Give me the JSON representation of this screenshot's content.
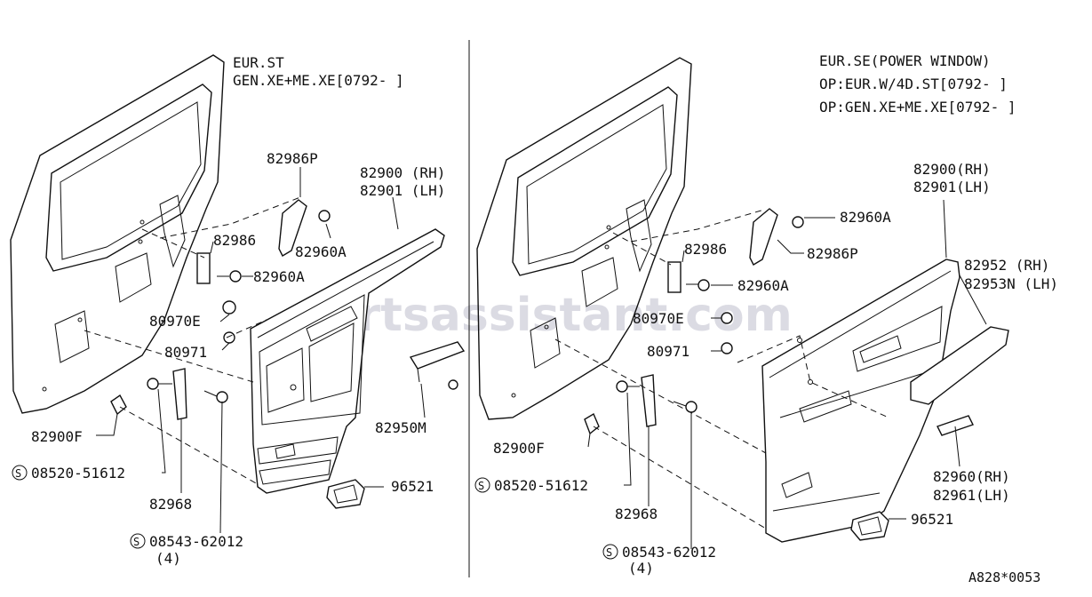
{
  "left_panel": {
    "header": [
      "EUR.ST",
      "GEN.XE+ME.XE[0792-    ]"
    ],
    "labels": {
      "p82986P": "82986P",
      "p82900": "82900 (RH)",
      "p82901": "82901 (LH)",
      "p82986": "82986",
      "p82960A_1": "82960A",
      "p82960A_2": "82960A",
      "p80970E": "80970E",
      "p80971": "80971",
      "p82950M": "82950M",
      "p82900F": "82900F",
      "p08520": "08520-51612",
      "p82968": "82968",
      "p96521": "96521",
      "p08543": "08543-62012",
      "p08543_qty": "(4)"
    }
  },
  "right_panel": {
    "header": [
      "EUR.SE(POWER WINDOW)",
      "OP:EUR.W/4D.ST[0792-    ]",
      "OP:GEN.XE+ME.XE[0792-    ]"
    ],
    "labels": {
      "p82960A_1": "82960A",
      "p82900": "82900(RH)",
      "p82901": "82901(LH)",
      "p82986": "82986",
      "p82986P": "82986P",
      "p82960A_2": "82960A",
      "p82952": "82952  (RH)",
      "p82953N": "82953N (LH)",
      "p80970E": "80970E",
      "p80971": "80971",
      "p82900F": "82900F",
      "p08520": "08520-51612",
      "p82968": "82968",
      "p82960": "82960(RH)",
      "p82961": "82961(LH)",
      "p96521": "96521",
      "p08543": "08543-62012",
      "p08543_qty": "(4)"
    }
  },
  "s_marker": "S",
  "watermark": "partsassistant.com",
  "diagram_code": "A828*0053"
}
